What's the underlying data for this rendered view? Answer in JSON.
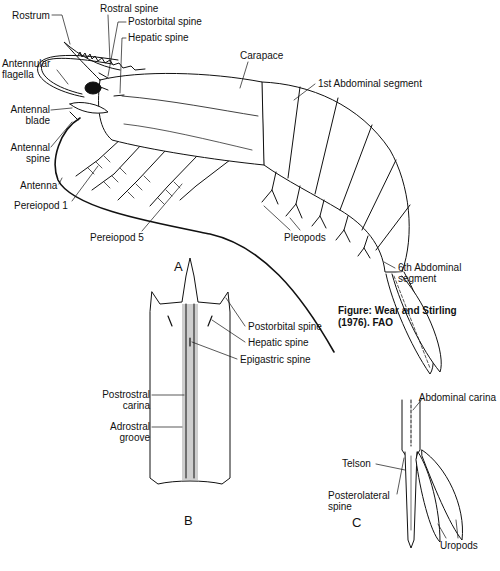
{
  "diagram": {
    "caption": "Figure: Wear and Stirling (1976). FAO",
    "labels": [
      "Rostrum",
      "Rostral spine",
      "Postorbital spine",
      "Hepatic spine",
      "Carapace",
      "Antennular flagella",
      "1st Abdominal segment",
      "Antennal blade",
      "Antennal spine",
      "Antenna",
      "Pereiopod 1",
      "Pereiopod 5",
      "Pleopods",
      "6th Abdominal segment",
      "A",
      "Postorbital spine",
      "Hepatic spine",
      "Epigastric spine",
      "Postrostral carina",
      "Adrostral groove",
      "B",
      "Abdominal carina",
      "Telson",
      "Posterolateral spine",
      "Uropods",
      "C"
    ]
  }
}
